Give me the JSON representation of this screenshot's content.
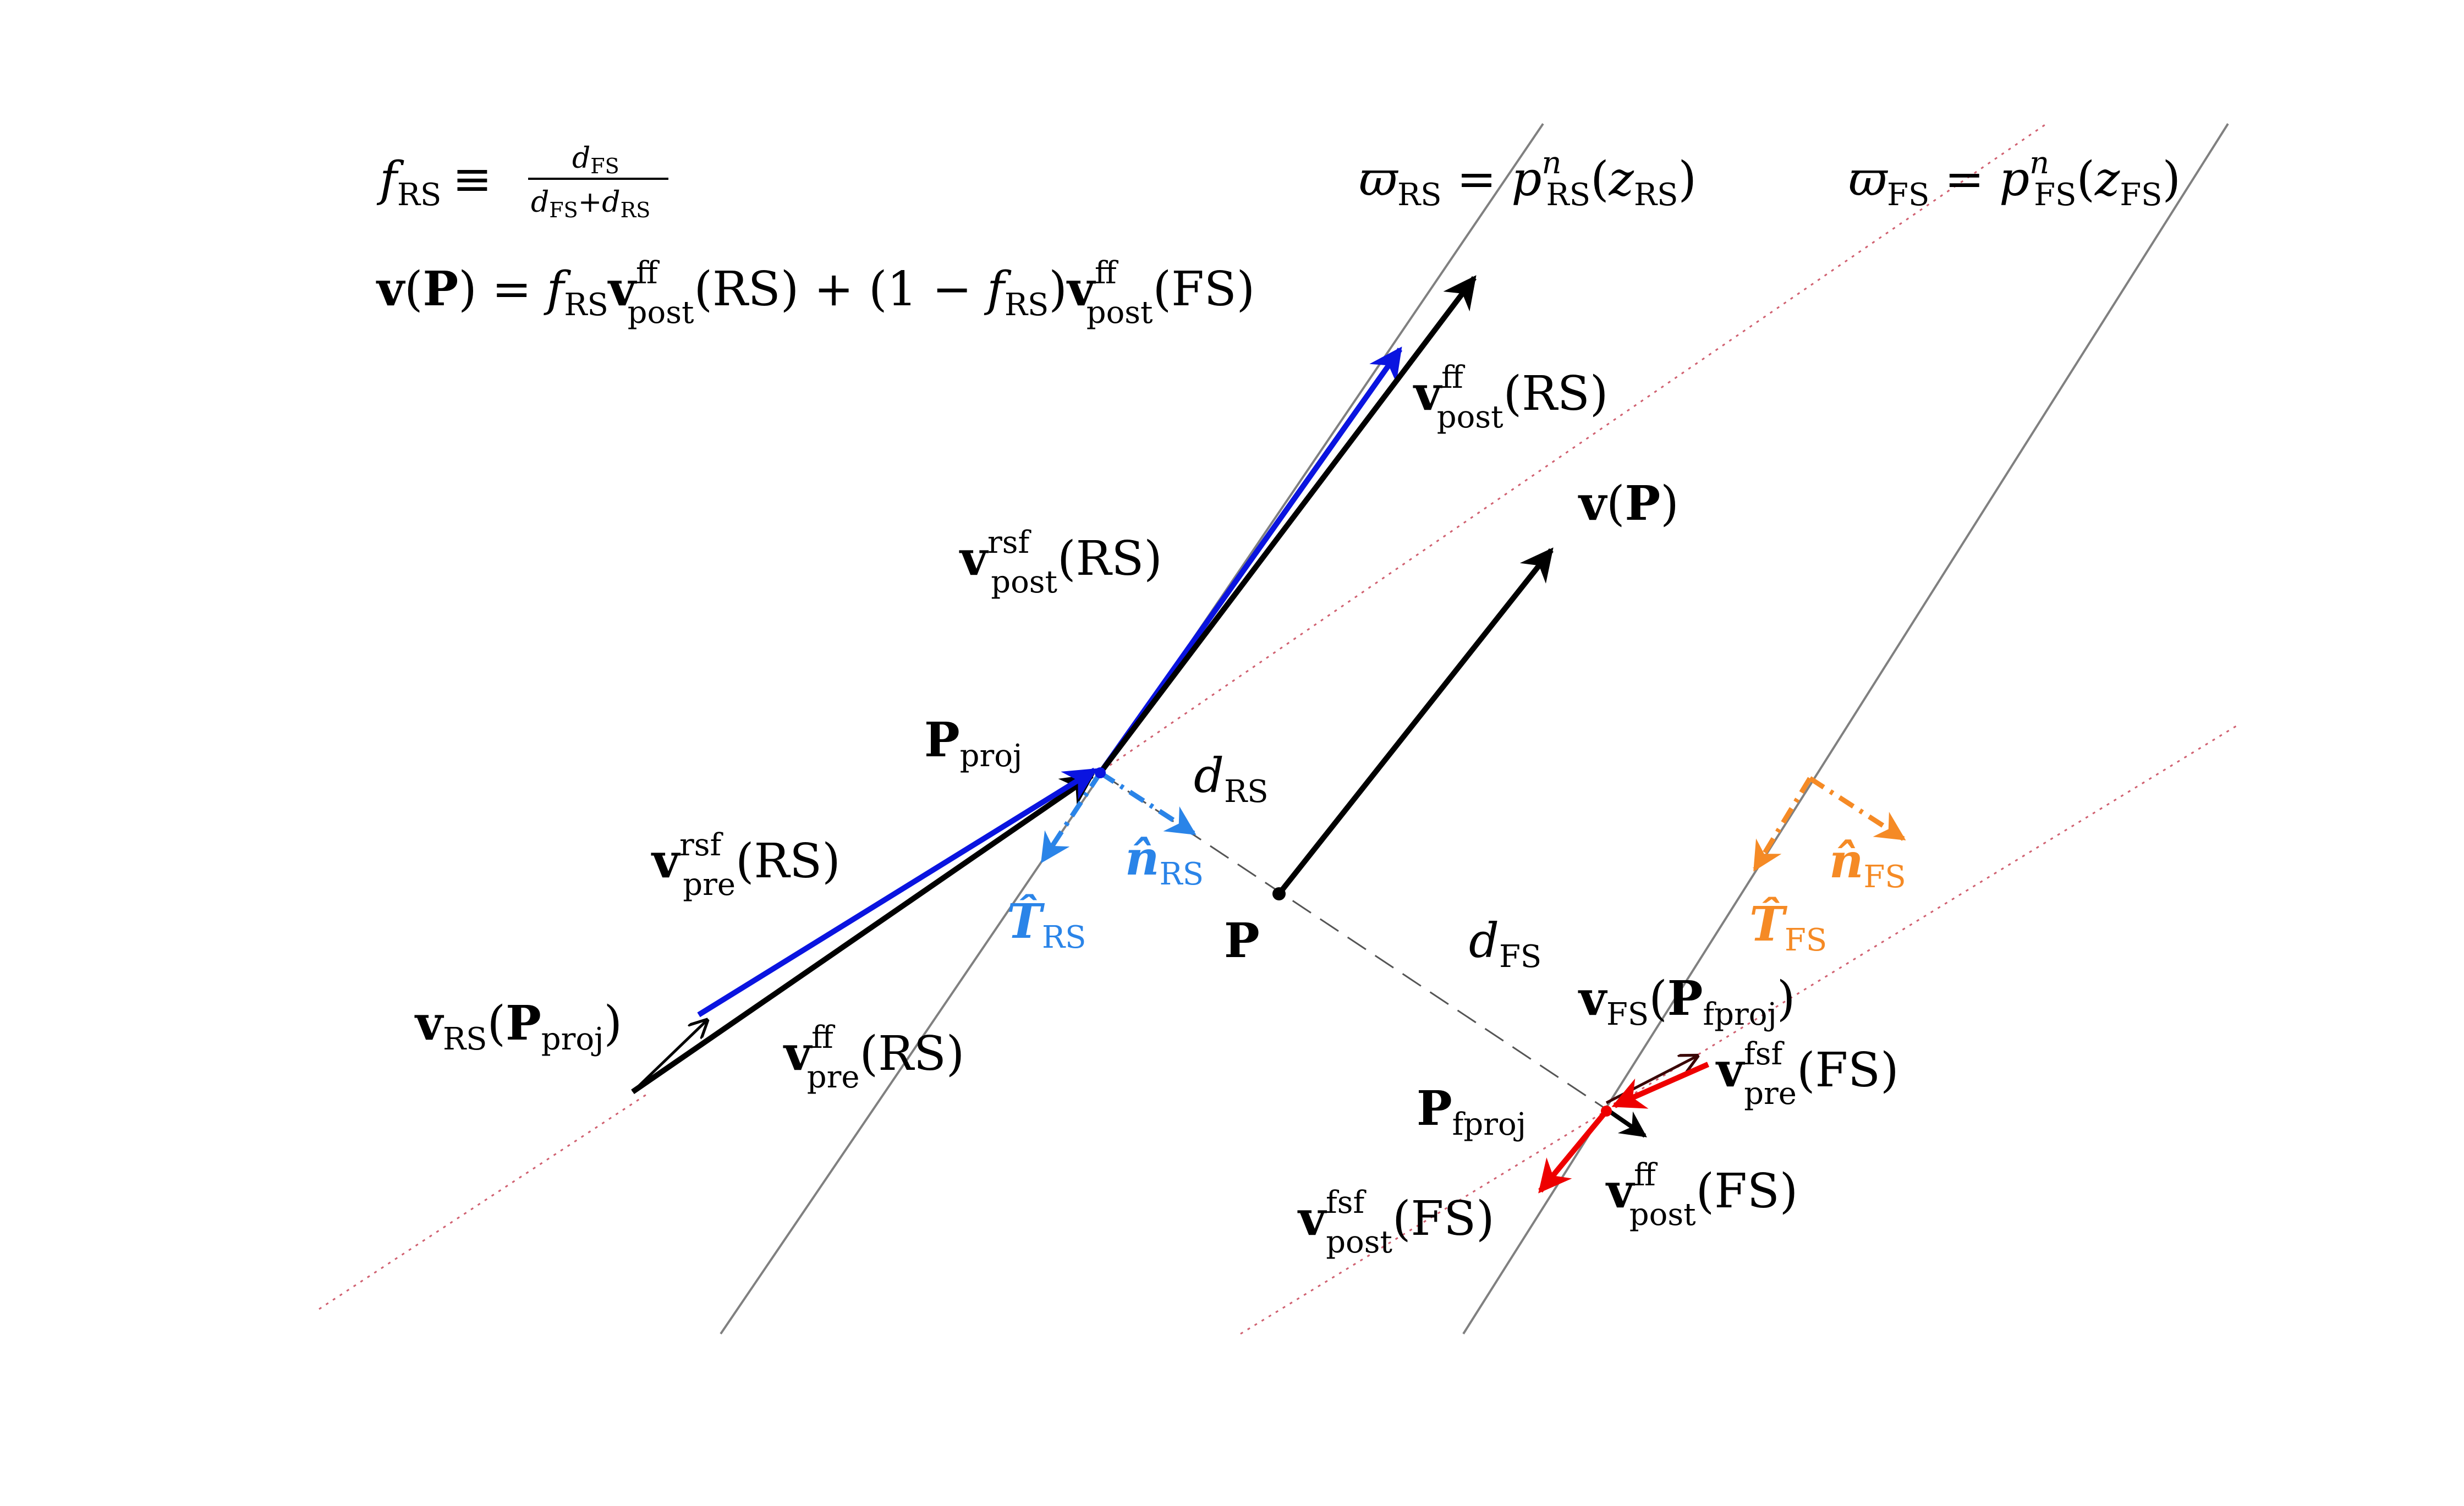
{
  "formulas": {
    "f_rs": {
      "lhs": "f",
      "lhs_sub": "RS",
      "equiv": "≡",
      "num": "d",
      "num_sub": "FS",
      "den_a": "d",
      "den_a_sub": "FS",
      "den_plus": "+",
      "den_b": "d",
      "den_b_sub": "RS"
    },
    "vP": {
      "v": "v",
      "P": "P",
      "open": "(",
      "close": ")",
      "eq": " = ",
      "f": "f",
      "f_sub": "RS",
      "v2": "v",
      "sup_ff": "ff",
      "sub_post": "post",
      "rs_arg": "(RS) + (1 − ",
      "f2": "f",
      "f2_sub": "RS",
      "close2": ")",
      "v3": "v",
      "sup_ff2": "ff",
      "sub_post2": "post",
      "fs_arg": "(FS)"
    },
    "varpi_rs": {
      "w": "ϖ",
      "w_sub": "RS",
      "eq": " = ",
      "p": "p",
      "p_sup": "n",
      "p_sub": "RS",
      "arg_open": "(",
      "z": "z",
      "z_sub": "RS",
      "arg_close": ")"
    },
    "varpi_fs": {
      "w": "ϖ",
      "w_sub": "FS",
      "eq": " = ",
      "p": "p",
      "p_sup": "n",
      "p_sub": "FS",
      "arg_open": "(",
      "z": "z",
      "z_sub": "FS",
      "arg_close": ")"
    }
  },
  "labels": {
    "v_post_ff_rs": {
      "v": "v",
      "sup": "ff",
      "sub": "post",
      "arg": "(RS)"
    },
    "v_P": {
      "v": "v",
      "open": "(",
      "P": "P",
      "close": ")"
    },
    "v_post_rsf_rs": {
      "v": "v",
      "sup": "rsf",
      "sub": "post",
      "arg": "(RS)"
    },
    "P_proj": {
      "P": "P",
      "sub": "proj"
    },
    "d_rs": {
      "d": "d",
      "sub": "RS"
    },
    "v_pre_rsf_rs": {
      "v": "v",
      "sup": "rsf",
      "sub": "pre",
      "arg": "(RS)"
    },
    "n_hat_rs": {
      "n": "n̂",
      "sub": "RS"
    },
    "T_hat_rs": {
      "T": "T̂",
      "sub": "RS"
    },
    "P": {
      "P": "P"
    },
    "d_fs": {
      "d": "d",
      "sub": "FS"
    },
    "v_rs_pproj": {
      "v": "v",
      "sub": "RS",
      "open": "(",
      "P": "P",
      "P_sub": "proj",
      "close": ")"
    },
    "v_pre_ff_rs": {
      "v": "v",
      "sup": "ff",
      "sub": "pre",
      "arg": "(RS)"
    },
    "v_fs_pfproj": {
      "v": "v",
      "sub": "FS",
      "open": "(",
      "P": "P",
      "P_sub": "fproj",
      "close": ")"
    },
    "v_pre_fsf_fs": {
      "v": "v",
      "sup": "fsf",
      "sub": "pre",
      "arg": "(FS)"
    },
    "P_fproj": {
      "P": "P",
      "sub": "fproj"
    },
    "v_post_fsf_fs": {
      "v": "v",
      "sup": "fsf",
      "sub": "post",
      "arg": "(FS)"
    },
    "v_post_ff_fs": {
      "v": "v",
      "sup": "ff",
      "sub": "post",
      "arg": "(FS)"
    },
    "n_hat_fs": {
      "n": "n̂",
      "sub": "FS"
    },
    "T_hat_fs": {
      "T": "T̂",
      "sub": "FS"
    }
  },
  "colors": {
    "black": "#000000",
    "blue": "#0a14e0",
    "light_blue": "#2a84e8",
    "orange": "#f58a25",
    "red": "#ee0000",
    "dark_red": "#3a0606",
    "gray_line": "#808080"
  }
}
